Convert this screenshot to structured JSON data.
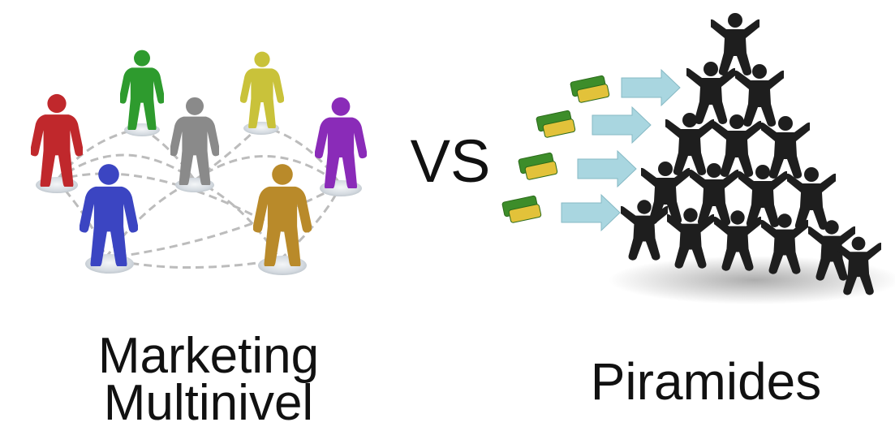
{
  "left_panel": {
    "title_line1": "Marketing",
    "title_line2": "Multinivel",
    "people": [
      {
        "color": "#c0282c",
        "name": "red-person"
      },
      {
        "color": "#2e9b2e",
        "name": "green-person"
      },
      {
        "color": "#8a8a8a",
        "name": "gray-person"
      },
      {
        "color": "#c9c23a",
        "name": "yellow-person"
      },
      {
        "color": "#8a2bb8",
        "name": "purple-person"
      },
      {
        "color": "#3b45c2",
        "name": "blue-person"
      },
      {
        "color": "#b98a2a",
        "name": "gold-person"
      }
    ]
  },
  "middle": {
    "vs_label": "VS"
  },
  "right_panel": {
    "title": "Piramides",
    "person_color": "#1e1e1e",
    "money_color": "#3d8d2a",
    "arrow_color": "#a9d6e0"
  }
}
